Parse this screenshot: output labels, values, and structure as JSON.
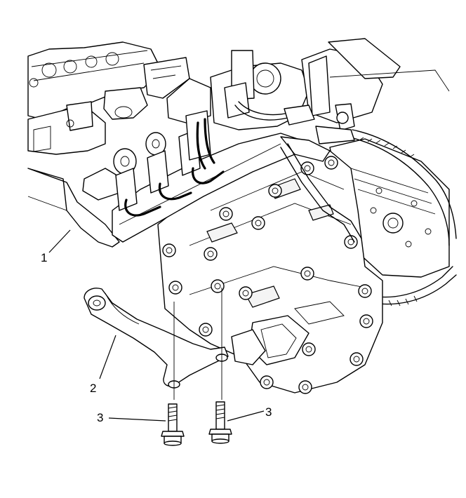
{
  "callouts": [
    {
      "id": "1",
      "text": "1"
    },
    {
      "id": "2",
      "text": "2"
    },
    {
      "id": "3a",
      "text": "3"
    },
    {
      "id": "3b",
      "text": "3"
    }
  ]
}
